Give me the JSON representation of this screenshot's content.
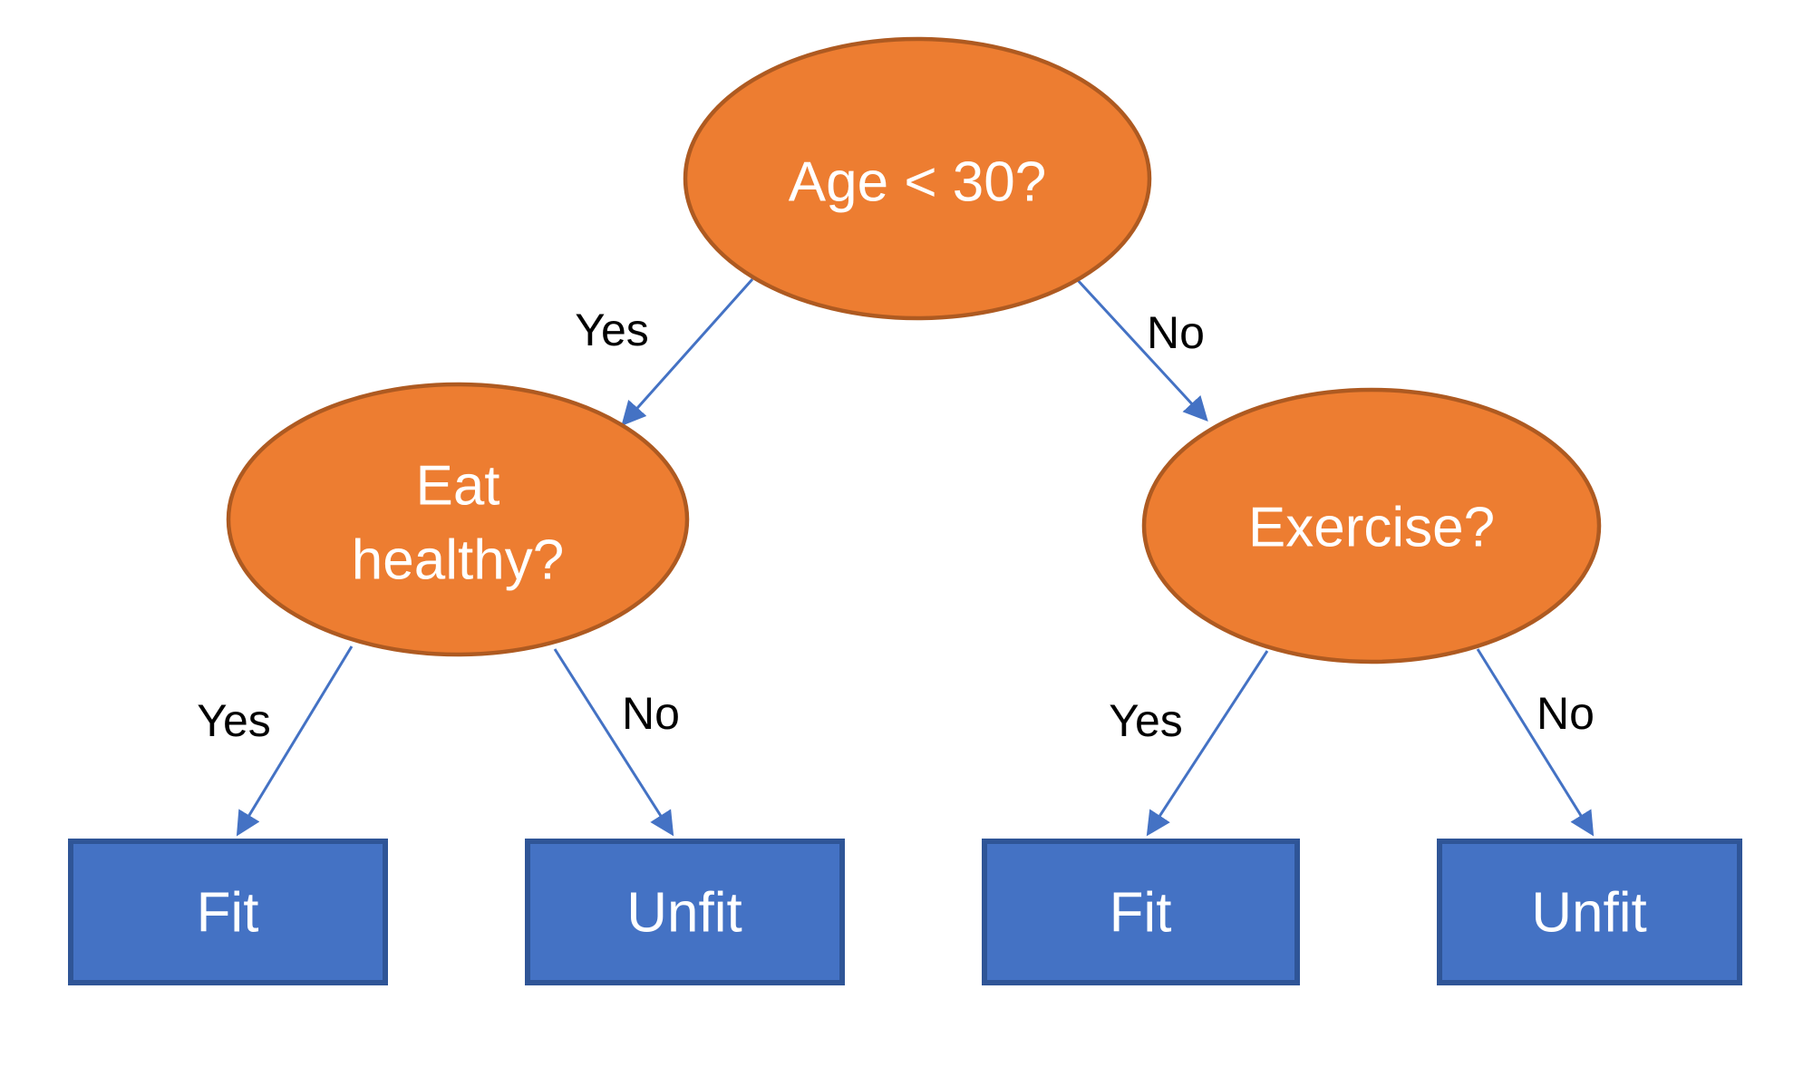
{
  "diagram": {
    "type": "decision-tree",
    "nodes": {
      "root": {
        "label": "Age < 30?"
      },
      "eat": {
        "label": "Eat healthy?",
        "lines": [
          "Eat",
          "healthy?"
        ]
      },
      "exercise": {
        "label": "Exercise?"
      }
    },
    "leaves": {
      "fit_left": {
        "label": "Fit"
      },
      "unfit_left": {
        "label": "Unfit"
      },
      "fit_right": {
        "label": "Fit"
      },
      "unfit_right": {
        "label": "Unfit"
      }
    },
    "edges": {
      "root_yes": {
        "from": "root",
        "to": "eat",
        "label": "Yes"
      },
      "root_no": {
        "from": "root",
        "to": "exercise",
        "label": "No"
      },
      "eat_yes": {
        "from": "eat",
        "to": "fit_left",
        "label": "Yes"
      },
      "eat_no": {
        "from": "eat",
        "to": "unfit_left",
        "label": "No"
      },
      "exercise_yes": {
        "from": "exercise",
        "to": "fit_right",
        "label": "Yes"
      },
      "exercise_no": {
        "from": "exercise",
        "to": "unfit_right",
        "label": "No"
      }
    }
  },
  "colors": {
    "background": "#ffffff",
    "node_fill": "#ED7D31",
    "node_stroke": "#AE5A21",
    "leaf_fill": "#4472C4",
    "leaf_stroke": "#2F5597",
    "edge_color": "#4472C4",
    "node_text_color": "#ffffff",
    "leaf_text_color": "#ffffff",
    "edge_label_color": "#000000"
  }
}
